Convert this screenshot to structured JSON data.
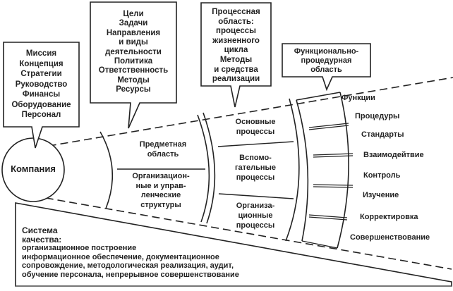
{
  "company": {
    "label": "Компания"
  },
  "callouts": {
    "mission": {
      "lines": [
        "Миссия",
        "Концепция",
        "Стратегии",
        "Руководство",
        "Финансы",
        "Оборудование",
        "Персонал"
      ]
    },
    "goals": {
      "lines": [
        "Цели",
        "Задачи",
        "Направления",
        "и виды",
        "деятельности",
        "Политика",
        "Ответственность",
        "Методы",
        "Ресурсы"
      ]
    },
    "process": {
      "lines": [
        "Процессная",
        "область:",
        "процессы",
        "жизненного",
        "цикла",
        "Методы",
        "и средства",
        "реализации"
      ]
    },
    "functional": {
      "lines": [
        "Функционально-",
        "процедурная",
        "область"
      ]
    }
  },
  "subject_ring": {
    "top": {
      "lines": [
        "Предметная",
        "область"
      ]
    },
    "bottom": {
      "lines": [
        "Организацион-",
        "ные и управ-",
        "ленческие",
        "структуры"
      ]
    }
  },
  "process_ring": {
    "segments": [
      {
        "lines": [
          "Основные",
          "процессы"
        ]
      },
      {
        "lines": [
          "Вспомо-",
          "гательные",
          "процессы"
        ]
      },
      {
        "lines": [
          "Организа-",
          "ционные",
          "процессы"
        ]
      }
    ]
  },
  "functional_items": [
    "Функции",
    "Процедуры",
    "Стандарты",
    "Взаимодейтвие",
    "Контроль",
    "Изучение",
    "Корректировка",
    "Совершенствование"
  ],
  "quality_system": {
    "title_lines": [
      "Система",
      "качества:"
    ],
    "body_lines": [
      "организационное построение",
      "информационное обеспечение, документационное",
      "сопровождение, методологическая реализация, аудит,",
      "обучение персонала, непрерывное  совершенствование"
    ]
  },
  "colors": {
    "stroke": "#222222",
    "text": "#222222",
    "background": "#ffffff"
  }
}
